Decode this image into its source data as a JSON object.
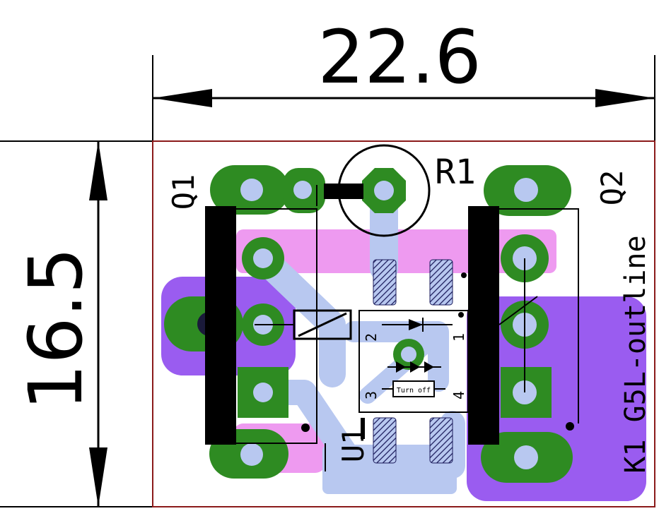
{
  "dimensions": {
    "width_label": "22.6",
    "height_label": "16.5"
  },
  "components": {
    "q1": "Q1",
    "q2": "Q2",
    "r1": "R1",
    "u1": "U1",
    "k1": "K1 G5L-outline",
    "u1_pin1": "1",
    "u1_pin2": "2",
    "u1_pin3": "3",
    "u1_pin4": "4",
    "u1_inner_label": "Turn off"
  },
  "colors": {
    "board_outline": "#8b1a1a",
    "copper_pad": "#2e8b22",
    "drill": "#b8c8f0",
    "top_copper": "#ee9af0",
    "bottom_copper": "#9a5cf0",
    "trace_blue": "#b8c8f0",
    "silkscreen": "#000000"
  }
}
